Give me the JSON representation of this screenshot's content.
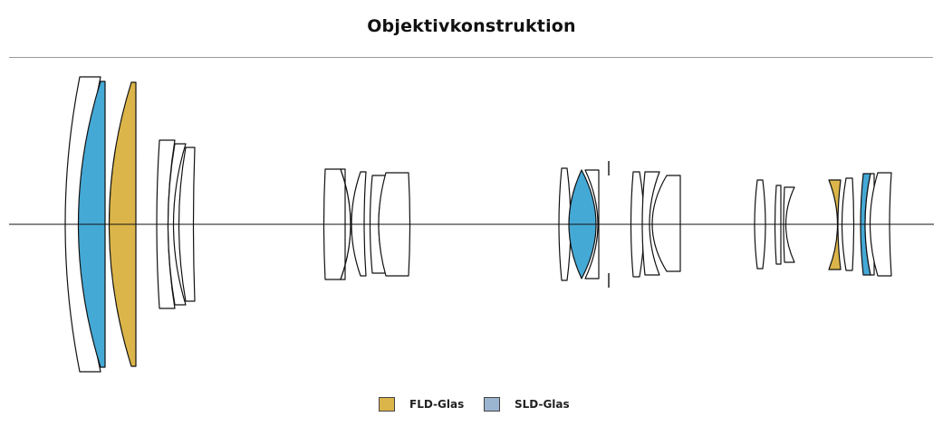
{
  "title": "Objektivkonstruktion",
  "legend": [
    {
      "label": "FLD-Glas",
      "color": "#dcb54a"
    },
    {
      "label": "SLD-Glas",
      "color": "#9bb4d0"
    }
  ],
  "colors": {
    "fld_element": "#dcb54a",
    "sld_element": "#45a9d6",
    "plain_element": "#ffffff",
    "outline": "#111111",
    "axis": "#111111",
    "divider": "#9a9a9a"
  }
}
